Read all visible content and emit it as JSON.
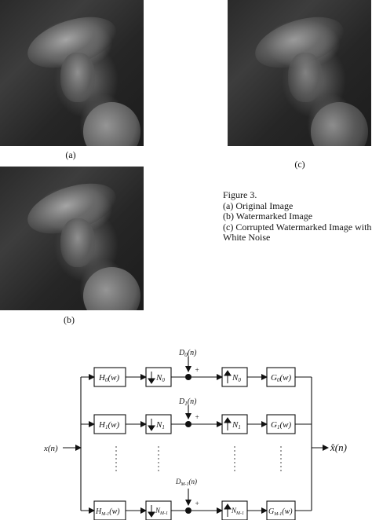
{
  "images": [
    {
      "label": "(a)"
    },
    {
      "label": "(b)"
    },
    {
      "label": "(c)"
    }
  ],
  "figure": {
    "title": "Figure 3.",
    "lines": [
      "(a) Original Image",
      "(b) Watermarked Image",
      "(c) Corrupted Watermarked Image  with",
      "White Noise"
    ]
  },
  "diagram": {
    "input": "x(n)",
    "output": "x̂(n)",
    "rows": [
      {
        "h": "H",
        "hsub": "0",
        "hsuf": "(w)",
        "n": "N",
        "nsub": "0",
        "d": "D",
        "dsub": "0",
        "dsuf": "(n)",
        "g": "G",
        "gsub": "0",
        "gsuf": "(w)"
      },
      {
        "h": "H",
        "hsub": "1",
        "hsuf": "(w)",
        "n": "N",
        "nsub": "1",
        "d": "D",
        "dsub": "1",
        "dsuf": "(n)",
        "g": "G",
        "gsub": "1",
        "gsuf": "(w)"
      },
      {
        "h": "H",
        "hsub": "M-1",
        "hsuf": "(w)",
        "n": "N",
        "nsub": "M-1",
        "d": "D",
        "dsub": "M-1",
        "dsuf": "(n)",
        "g": "G",
        "gsub": "M-1",
        "gsuf": "(w)"
      }
    ],
    "plus": "+"
  }
}
